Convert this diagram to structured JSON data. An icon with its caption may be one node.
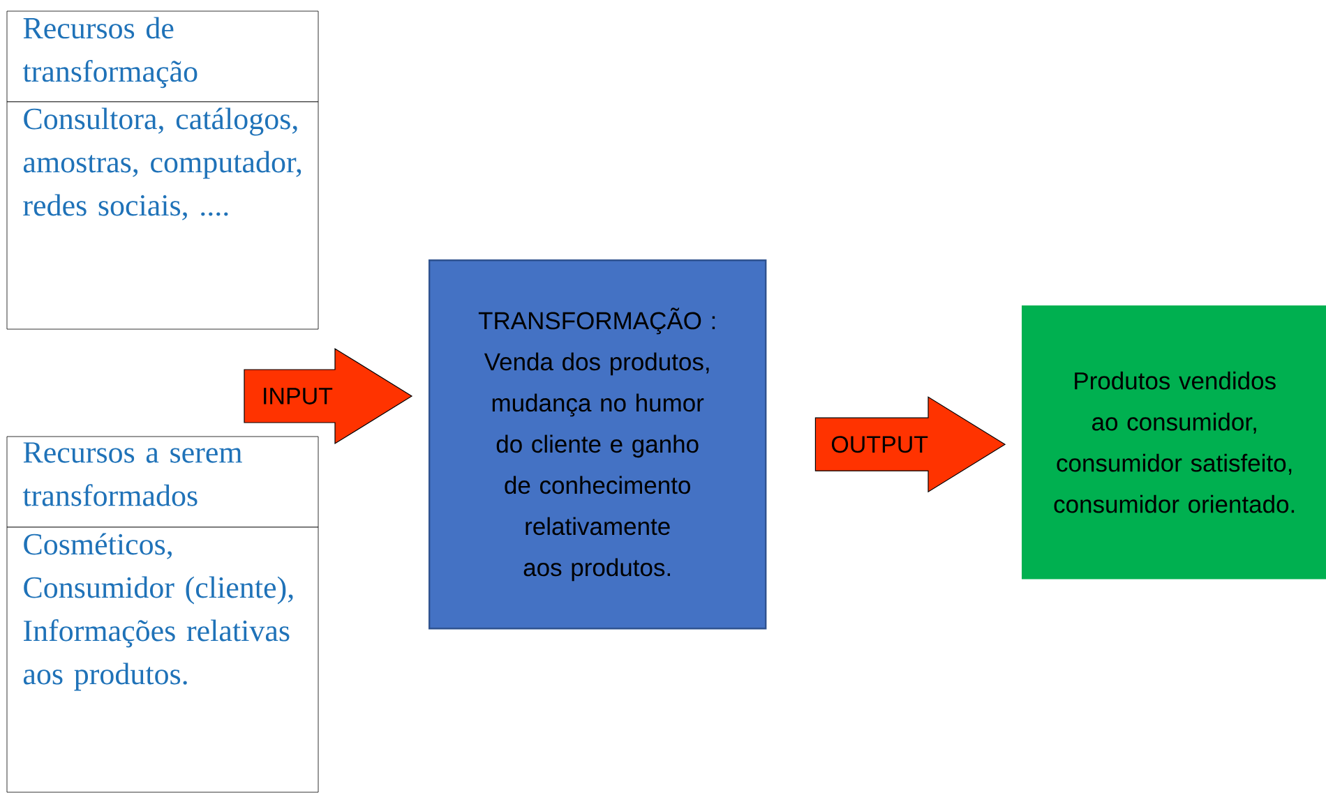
{
  "diagram": {
    "nodes": [
      {
        "text": [
          "Recursos de transformação",
          "Consultora, catálogos, amostras, computador, redes sociais, ...."
        ]
      },
      {
        "text": [
          "Recursos a serem transformados",
          "Cosméticos, Consumidor (cliente), Informações relativas aos produtos."
        ]
      },
      {
        "text": [
          "TRANSFORMAÇÃO : Venda dos produtos, mudança no humor do cliente e ganho de conhecimento relativamente aos produtos."
        ]
      },
      {
        "text": [
          "Produtos vendidos ao consumidor, consumidor satisfeito, consumidor orientado."
        ]
      }
    ],
    "edges": [
      {
        "from": null,
        "to": 2,
        "arrow": "to",
        "label": "INPUT"
      },
      {
        "from": 2,
        "to": 3,
        "arrow": "to",
        "label": "OUTPUT"
      }
    ]
  }
}
